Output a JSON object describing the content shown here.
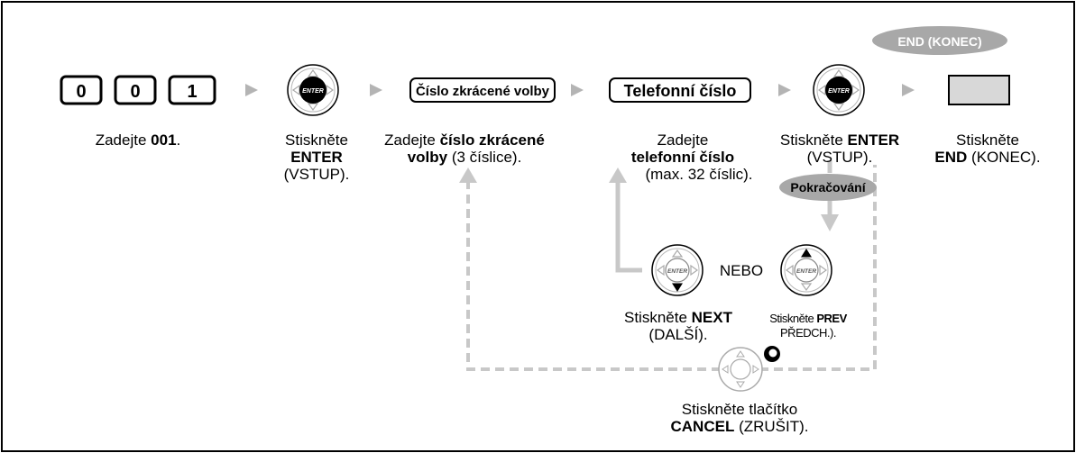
{
  "step1": {
    "keys": [
      "0",
      "0",
      "1"
    ],
    "caption_pre": "Zadejte ",
    "caption_bold": "001",
    "caption_post": "."
  },
  "step2": {
    "enter_label": "ENTER",
    "caption_line1": "Stiskněte",
    "caption_line2_bold": "ENTER",
    "caption_line3": "(VSTUP)."
  },
  "step3": {
    "field_label": "Číslo zkrácené volby",
    "caption_pre": "Zadejte ",
    "caption_bold1": "číslo zkrácené",
    "caption_bold2": "volby",
    "caption_post": " (3 číslice)."
  },
  "step4": {
    "field_label": "Telefonní číslo",
    "caption_line1": "Zadejte",
    "caption_line2_bold": "telefonní číslo",
    "caption_line3": "(max. 32 číslic)."
  },
  "step5": {
    "enter_label": "ENTER",
    "caption_pre": "Stiskněte ",
    "caption_bold": "ENTER",
    "caption_line2": "(VSTUP)."
  },
  "step6": {
    "badge": "END (KONEC)",
    "caption_line1": "Stiskněte",
    "caption_line2_bold": "END",
    "caption_line2_post": " (KONEC)."
  },
  "continue_badge": "Pokračování",
  "next": {
    "enter_label": "ENTER",
    "caption_pre": "Stiskněte ",
    "caption_bold": "NEXT",
    "caption_line2": "(DALŠÍ)."
  },
  "or_label": "NEBO",
  "prev": {
    "enter_label": "ENTER",
    "caption_pre": "Stiskněte ",
    "caption_bold": "PREV",
    "caption_line2": "PŘEDCH.)."
  },
  "cancel": {
    "caption_line1": "Stiskněte tlačítko",
    "caption_bold": "CANCEL",
    "caption_post": " (ZRUŠIT)."
  },
  "colors": {
    "gray_line": "#c8c8c8",
    "badge_fill": "#a8a8a8",
    "key_fill": "#d8d8d8"
  }
}
